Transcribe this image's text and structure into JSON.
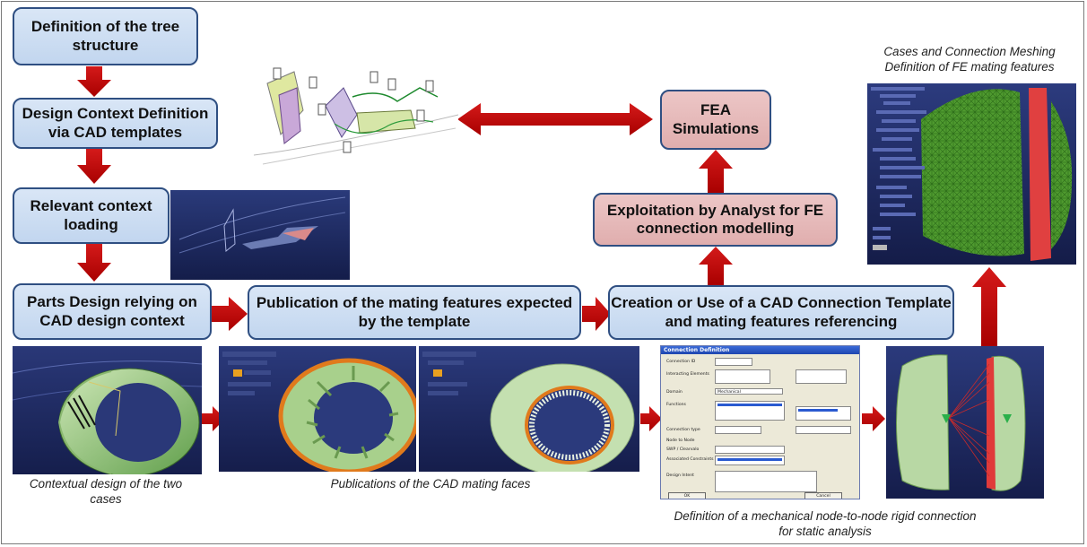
{
  "boxes": {
    "tree_structure": "Definition of the tree structure",
    "design_context": "Design Context Definition via CAD templates",
    "relevant_context": "Relevant context loading",
    "parts_design": "Parts Design relying on CAD design context",
    "publication": "Publication of the mating features expected by the template",
    "creation": "Creation  or Use of a CAD Connection Template and mating features referencing",
    "exploitation": "Exploitation by Analyst for FE connection modelling",
    "fea": "FEA Simulations"
  },
  "captions": {
    "contextual": "Contextual design of the two cases",
    "publications": "Publications of the CAD mating faces",
    "definition": "Definition of a mechanical node-to-node rigid connection for static analysis",
    "meshing": "Cases and Connection Meshing Definition of FE mating features"
  },
  "dialog": {
    "title": "Connection Definition",
    "ok": "OK",
    "cancel": "Cancel",
    "rows": [
      "Connection ID",
      "Interacting Elements",
      "Domain",
      "Functions",
      "Connection type",
      "Node to Node",
      "SWP / Clearvalo",
      "Associated Constraints",
      "Design Intent"
    ],
    "domain_value": "Mechanical"
  },
  "colors": {
    "box_blue": "#c9dbf1",
    "box_pink": "#e6b8b7",
    "box_border": "#2f4f82",
    "arrow": "#c00000",
    "cad_bg": "#1e2a5c",
    "mesh_green": "#4f9a2f"
  }
}
